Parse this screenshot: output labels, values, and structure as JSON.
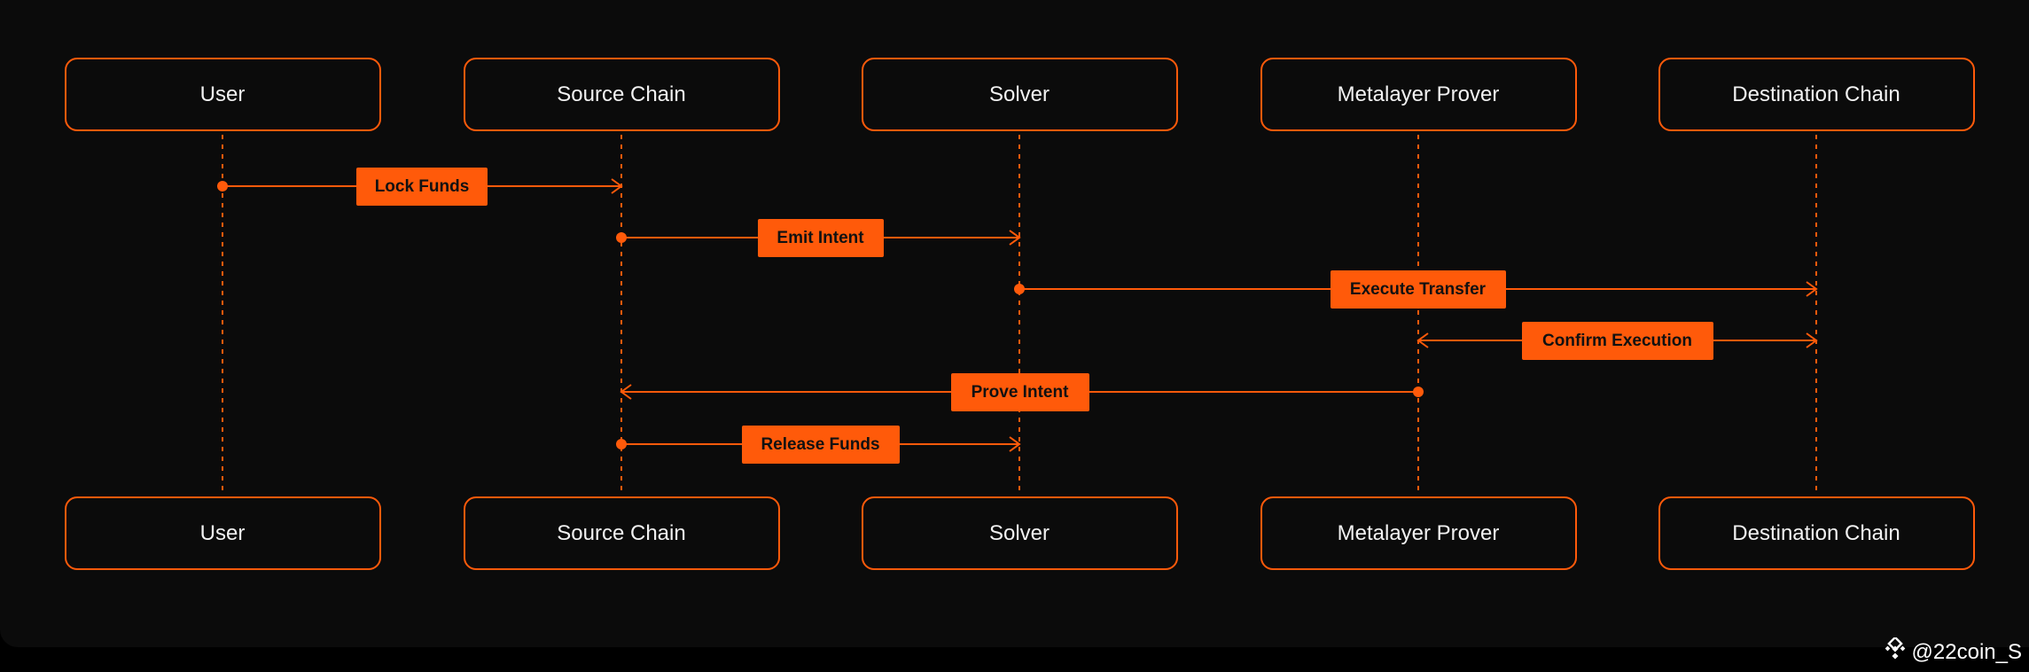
{
  "actors": [
    "User",
    "Source Chain",
    "Solver",
    "Metalayer Prover",
    "Destination Chain"
  ],
  "messages": [
    {
      "from": 0,
      "to": 1,
      "label": "Lock Funds"
    },
    {
      "from": 1,
      "to": 2,
      "label": "Emit Intent"
    },
    {
      "from": 2,
      "to": 4,
      "label": "Execute Transfer"
    },
    {
      "from": 3,
      "to": 4,
      "label": "Confirm Execution",
      "bidirectional": true
    },
    {
      "from": 3,
      "to": 1,
      "label": "Prove Intent"
    },
    {
      "from": 1,
      "to": 2,
      "label": "Release Funds"
    }
  ],
  "colors": {
    "accent": "#ff5a0a",
    "background": "#0b0b0b",
    "text": "#f2f2f2"
  },
  "watermark": {
    "icon": "binance-logo-icon",
    "text": "@22coin_S"
  }
}
